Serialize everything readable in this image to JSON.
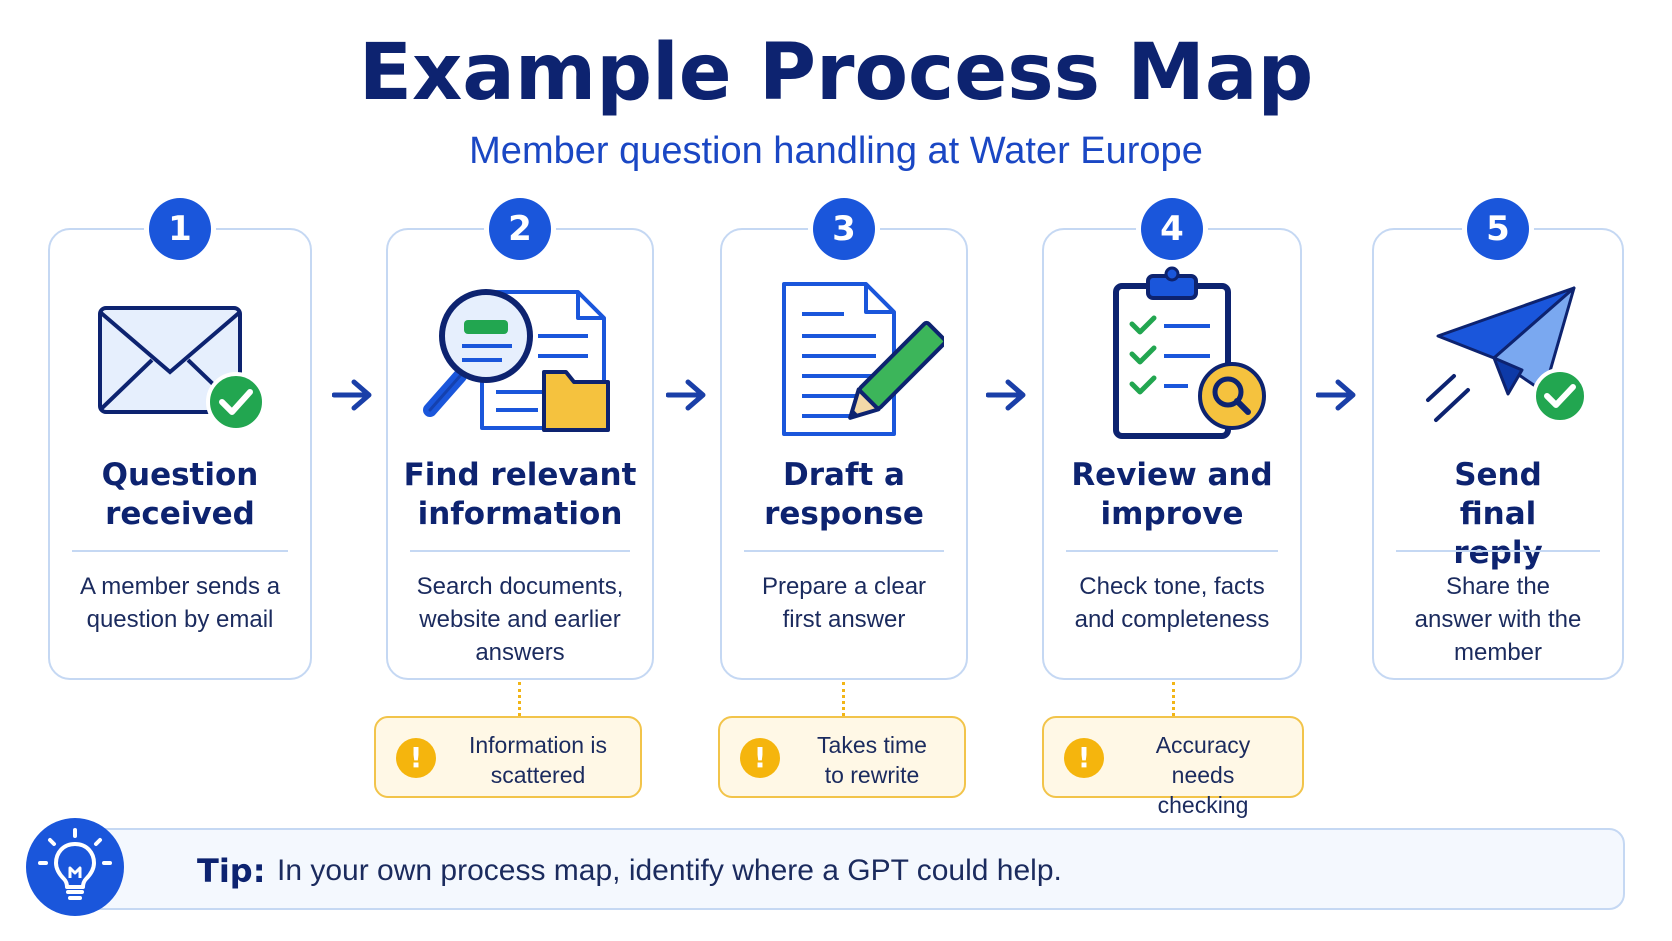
{
  "header": {
    "title": "Example Process Map",
    "subtitle": "Member question handling at Water Europe"
  },
  "steps": [
    {
      "number": "1",
      "title": "Question received",
      "description": "A member sends a question by email",
      "icon": "envelope-check-icon"
    },
    {
      "number": "2",
      "title": "Find relevant information",
      "description": "Search documents, website and earlier answers",
      "icon": "magnifier-document-folder-icon"
    },
    {
      "number": "3",
      "title": "Draft a response",
      "description": "Prepare a clear first answer",
      "icon": "document-pencil-icon"
    },
    {
      "number": "4",
      "title": "Review and improve",
      "description": "Check tone, facts and completeness",
      "icon": "clipboard-checklist-icon"
    },
    {
      "number": "5",
      "title": "Send final reply",
      "description": "Share the answer with the member",
      "icon": "paper-plane-check-icon"
    }
  ],
  "pain_points": [
    {
      "text": "Information is scattered"
    },
    {
      "text": "Takes time to rewrite"
    },
    {
      "text": "Accuracy needs checking"
    }
  ],
  "tip": {
    "label": "Tip:",
    "text": "In your own process map, identify where a GPT could help."
  },
  "colors": {
    "primary": "#1a56db",
    "title": "#0d2370",
    "card_border": "#c5d8f3",
    "warning": "#f5b50d",
    "success": "#22a650"
  }
}
